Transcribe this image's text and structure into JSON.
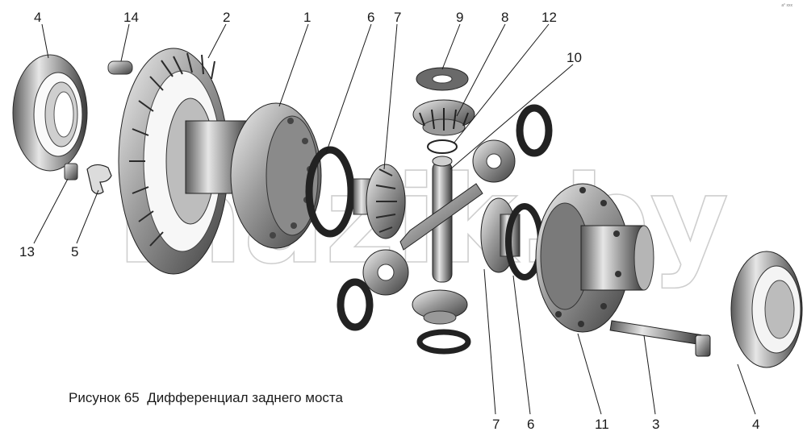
{
  "caption": {
    "figure_no": "Рисунок 65",
    "title": "Дифференциал заднего моста"
  },
  "watermark": "mazik.by",
  "corner_mark": "a° xxx",
  "callouts": [
    {
      "id": "c4-left",
      "text": "4"
    },
    {
      "id": "c14",
      "text": "14"
    },
    {
      "id": "c2",
      "text": "2"
    },
    {
      "id": "c1",
      "text": "1"
    },
    {
      "id": "c6-top",
      "text": "6"
    },
    {
      "id": "c7-top",
      "text": "7"
    },
    {
      "id": "c9",
      "text": "9"
    },
    {
      "id": "c8",
      "text": "8"
    },
    {
      "id": "c12",
      "text": "12"
    },
    {
      "id": "c10",
      "text": "10"
    },
    {
      "id": "c13",
      "text": "13"
    },
    {
      "id": "c5",
      "text": "5"
    },
    {
      "id": "c7-bottom",
      "text": "7"
    },
    {
      "id": "c6-bottom",
      "text": "6"
    },
    {
      "id": "c11",
      "text": "11"
    },
    {
      "id": "c3",
      "text": "3"
    },
    {
      "id": "c4-right",
      "text": "4"
    }
  ]
}
